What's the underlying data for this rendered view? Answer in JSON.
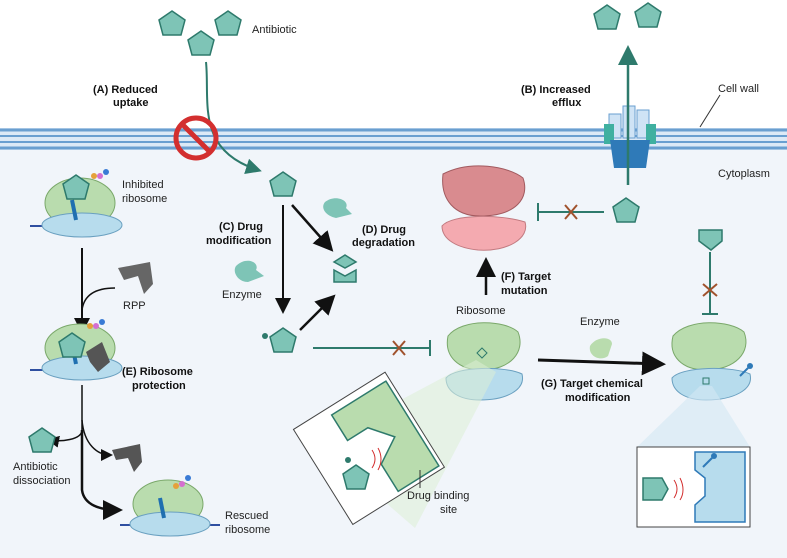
{
  "labels": {
    "antibiotic": "Antibiotic",
    "reduced_uptake_1": "(A) Reduced",
    "reduced_uptake_2": "uptake",
    "increased_efflux_1": "(B) Increased",
    "increased_efflux_2": "efflux",
    "cell_wall": "Cell wall",
    "cytoplasm": "Cytoplasm",
    "inhibited_ribosome_1": "Inhibited",
    "inhibited_ribosome_2": "ribosome",
    "rpp": "RPP",
    "drug_mod_1": "(C) Drug",
    "drug_mod_2": "modification",
    "enzyme_left": "Enzyme",
    "drug_deg_1": "(D) Drug",
    "drug_deg_2": "degradation",
    "ribosome_prot_1": "(E) Ribosome",
    "ribosome_prot_2": "protection",
    "antibiotic_dissoc_1": "Antibiotic",
    "antibiotic_dissoc_2": "dissociation",
    "rescued_ribosome_1": "Rescued",
    "rescued_ribosome_2": "ribosome",
    "target_mut_1": "(F) Target",
    "target_mut_2": "mutation",
    "ribosome": "Ribosome",
    "enzyme_right": "Enzyme",
    "target_chem_1": "(G) Target chemical",
    "target_chem_2": "modification",
    "drug_binding_1": "Drug binding",
    "drug_binding_2": "site"
  },
  "colors": {
    "antibiotic": "#7ec4b6",
    "antibiotic_stroke": "#2e7a6c",
    "ribosome_large": "#b9dcae",
    "ribosome_small": "#b7dced",
    "mutated_large": "#d98b8f",
    "mutated_small": "#f4aab0",
    "membrane": "#6a9fd0",
    "cytoplasm_bg": "#f1f5fa",
    "prohibit": "#d32f2f",
    "inhibit_line": "#2e7a6c",
    "cross": "#a0522d"
  }
}
